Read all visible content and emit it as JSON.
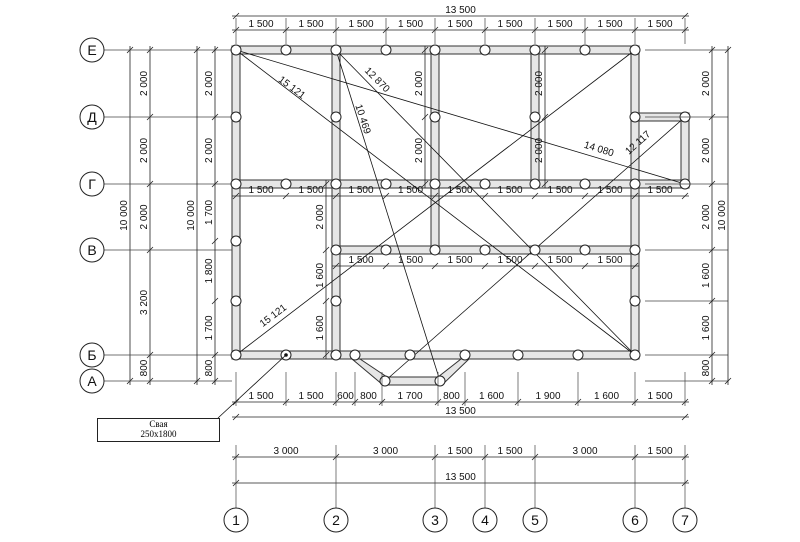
{
  "axes_x": [
    "1",
    "2",
    "3",
    "4",
    "5",
    "6",
    "7"
  ],
  "axes_y": [
    "Е",
    "Д",
    "Г",
    "В",
    "Б",
    "А"
  ],
  "top_overall": "13 500",
  "top_chain": [
    "1 500",
    "1 500",
    "1 500",
    "1 500",
    "1 500",
    "1 500",
    "1 500",
    "1 500",
    "1 500"
  ],
  "row_g_chain": [
    "1 500",
    "1 500",
    "1 500",
    "1 500",
    "1 500",
    "1 500",
    "1 500",
    "1 500",
    "1 500"
  ],
  "row_v_chain": [
    "1 500",
    "1 500",
    "1 500",
    "1 500",
    "1 500",
    "1 500"
  ],
  "bottom_chain": [
    "1 500",
    "1 500",
    "600",
    "800",
    "1 700",
    "800",
    "1 600",
    "1 900",
    "1 600",
    "1 500"
  ],
  "bottom_overall": "13 500",
  "axis_chain": [
    "3 000",
    "3 000",
    "1 500",
    "1 500",
    "3 000",
    "1 500"
  ],
  "axis_overall": "13 500",
  "left_axis_chain": [
    "2 000",
    "2 000",
    "2 000",
    "3 200",
    "800"
  ],
  "left_overall": "10 000",
  "left_inner_chain": [
    "2 000",
    "2 000",
    "1 700",
    "1 800",
    "1 700",
    "800"
  ],
  "left_inner_overall": "10 000",
  "right_chain": [
    "2 000",
    "2 000",
    "2 000",
    "1 600",
    "1 600",
    "800"
  ],
  "right_overall": "10 000",
  "inner_vertical": {
    "x3": [
      "2 000",
      "2 000"
    ],
    "x5": [
      "2 000",
      "2 000"
    ],
    "x2": [
      "2 000",
      "1 600",
      "1 600"
    ]
  },
  "diagonals": [
    "15 121",
    "15 121",
    "12 870",
    "10 469",
    "14 080",
    "12 117"
  ],
  "pile_label": {
    "title": "Свая",
    "size": "250x1800"
  }
}
